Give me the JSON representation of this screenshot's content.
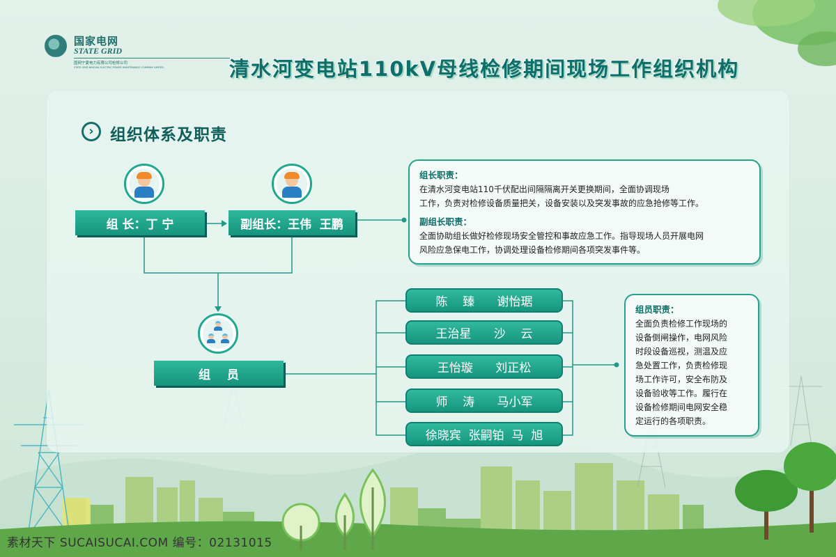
{
  "header": {
    "logo_cn": "国家电网",
    "logo_en": "STATE GRID",
    "logo_sub": "国网宁夏电力有限公司检修公司",
    "logo_sub_en": "STATE GRID NINGXIA ELECTRIC POWER MAINTENANCE COMPANY LIMITED",
    "title": "清水河变电站110kV母线检修期间现场工作组织机构"
  },
  "section": {
    "icon": "chevron-right-icon",
    "title": "组织体系及职责"
  },
  "leaders": {
    "leader_label": "组 长：丁 宁",
    "deputy_label": "副组长：王伟  王鹏"
  },
  "members_group": {
    "label": "组    员",
    "names": [
      "陈    臻      谢怡琚",
      "王治星      沙    云",
      "王怡璇      刘正松",
      "师    涛      马小军",
      "徐晓宾  张嗣铂  马  旭"
    ]
  },
  "duties": {
    "leader_heading": "组长职责：",
    "leader_text_1": "在清水河变电站110千伏配出间隔隔离开关更换期间，全面协调现场",
    "leader_text_2": "工作，负责对检修设备质量把关，设备安装以及突发事故的应急抢修等工作。",
    "deputy_heading": "副组长职责：",
    "deputy_text_1": "全面协助组长做好检修现场安全管控和事故应急工作。指导现场人员开展电网",
    "deputy_text_2": "风险应急保电工作，协调处理设备检修期间各项突发事件等。",
    "member_heading": "组员职责：",
    "member_lines": [
      "全面负责检修工作现场的",
      "设备倒闸操作，电网风险",
      "时段设备巡视，测温及应",
      "急处置工作，负责检修现",
      "场工作许可，安全布防及",
      "设备验收等工作。履行在",
      "设备检修期间电网安全稳",
      "定运行的各项职责。"
    ]
  },
  "watermark": "素材天下 SUCAISUCAI.COM   编号：02131015",
  "colors": {
    "primary": "#17957f",
    "dark": "#0e6e6a",
    "background": "#dceee6"
  },
  "icons": [
    "worker-icon",
    "team-icon",
    "transmission-tower-icon",
    "tree-icon"
  ]
}
